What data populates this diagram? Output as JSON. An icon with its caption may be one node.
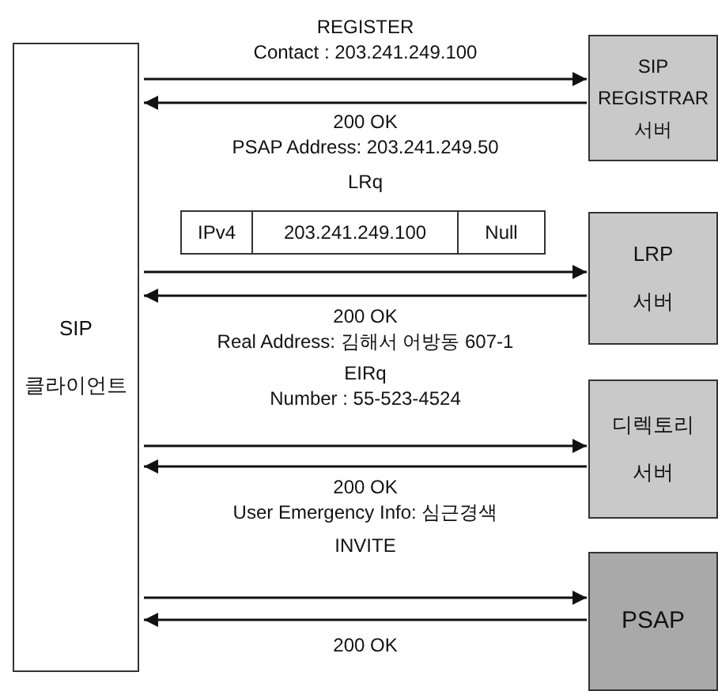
{
  "diagram": {
    "nodes": [
      {
        "text": [
          "SIP 클라이언트"
        ]
      },
      {
        "text": [
          "SIP REGISTRAR 서버"
        ]
      },
      {
        "text": [
          "LRP 서버"
        ]
      },
      {
        "text": [
          "디렉토리 서버"
        ]
      },
      {
        "text": [
          "PSAP"
        ]
      }
    ],
    "edges": [
      {
        "from": 0,
        "to": 1,
        "arrow": "to",
        "label": "REGISTER Contact : 203.241.249.100"
      },
      {
        "from": 1,
        "to": 0,
        "arrow": "to",
        "label": "200 OK PSAP Address: 203.241.249.50"
      },
      {
        "from": 0,
        "to": 2,
        "arrow": "to",
        "label": "LRq"
      },
      {
        "from": 2,
        "to": 0,
        "arrow": "to",
        "label": "200 OK Real Address: 김해서 어방동 607-1"
      },
      {
        "from": 0,
        "to": 3,
        "arrow": "to",
        "label": "EIRq Number : 55-523-4524"
      },
      {
        "from": 3,
        "to": 0,
        "arrow": "to",
        "label": "200 OK User Emergency Info: 심근경색"
      },
      {
        "from": 0,
        "to": 4,
        "arrow": "to",
        "label": "INVITE"
      },
      {
        "from": 4,
        "to": 0,
        "arrow": "to",
        "label": "200 OK"
      }
    ],
    "labels": [
      "IPv4",
      "203.241.249.100",
      "Null"
    ]
  }
}
